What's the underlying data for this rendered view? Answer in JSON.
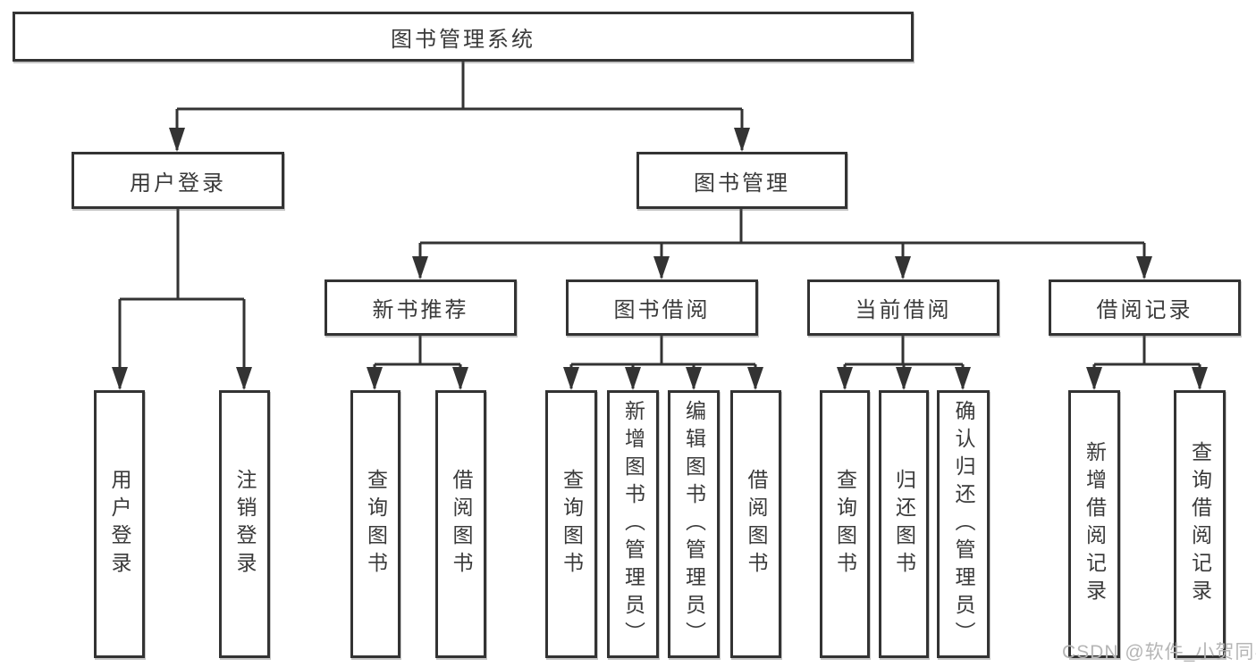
{
  "diagram": {
    "root": "图书管理系统",
    "user_branch": {
      "label": "用户登录",
      "children": [
        "用户登录",
        "注销登录"
      ]
    },
    "mgmt_branch": {
      "label": "图书管理",
      "groups": [
        {
          "label": "新书推荐",
          "children": [
            "查询图书",
            "借阅图书"
          ]
        },
        {
          "label": "图书借阅",
          "children": [
            "查询图书",
            "新增图书（管理员）",
            "编辑图书（管理员）",
            "借阅图书"
          ]
        },
        {
          "label": "当前借阅",
          "children": [
            "查询图书",
            "归还图书",
            "确认归还（管理员）"
          ]
        },
        {
          "label": "借阅记录",
          "children": [
            "新增借阅记录",
            "查询借阅记录"
          ]
        }
      ]
    }
  },
  "colors": {
    "line": "#333333",
    "box_border": "#333333",
    "text": "#3a3a3a",
    "watermark": "#b5b5b5",
    "background": "#ffffff"
  },
  "watermark": "CSDN @软件_小贺同学"
}
